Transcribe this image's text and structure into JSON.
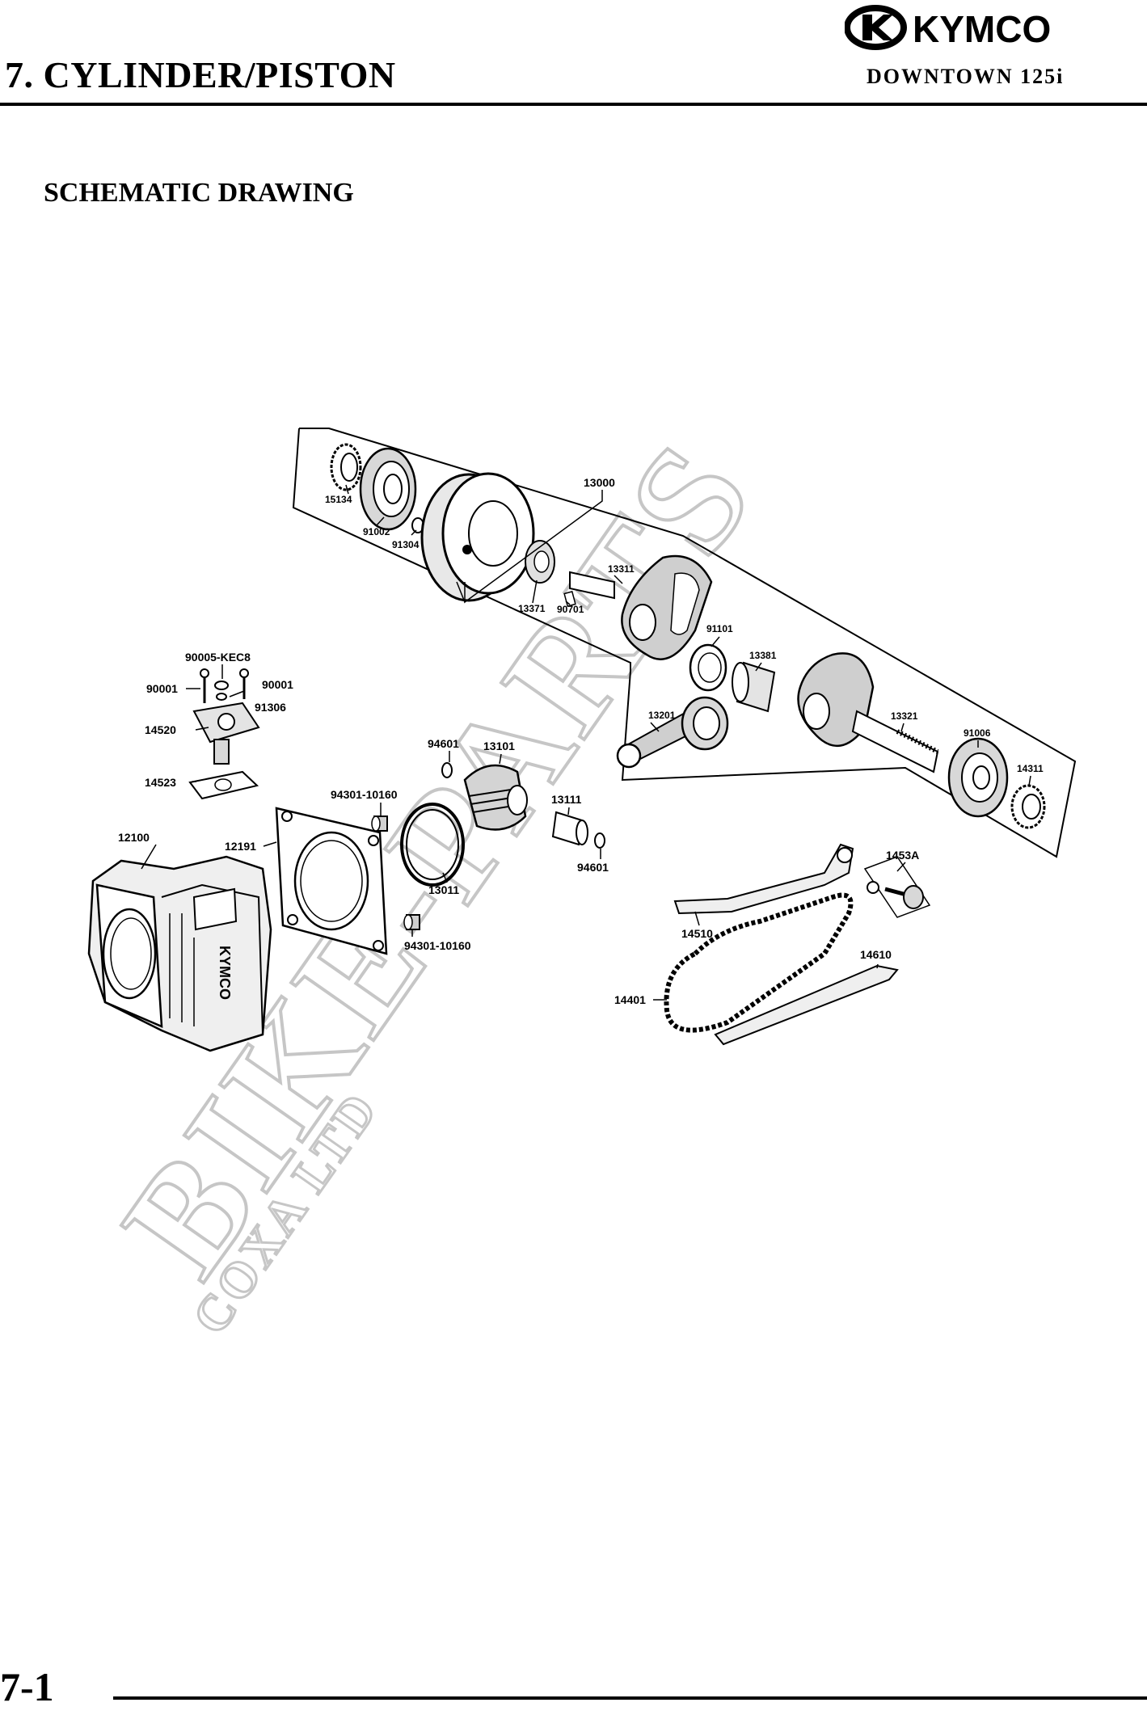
{
  "header": {
    "chapter_title": "7. CYLINDER/PISTON",
    "brand": "KYMCO",
    "model": "DOWNTOWN 125i"
  },
  "section": {
    "heading": "SCHEMATIC DRAWING"
  },
  "diagram": {
    "labels": {
      "p15134": "15134",
      "p91002": "91002",
      "p91304": "91304",
      "p13000": "13000",
      "p13371": "13371",
      "p90701": "90701",
      "p13311": "13311",
      "p91101": "91101",
      "p13381": "13381",
      "p13201": "13201",
      "p13321": "13321",
      "p91006": "91006",
      "p14311": "14311",
      "p90005": "90005-KEC8",
      "p90001a": "90001",
      "p90001b": "90001",
      "p91306": "91306",
      "p14520": "14520",
      "p14523": "14523",
      "p94601a": "94601",
      "p13101": "13101",
      "p94301a": "94301-10160",
      "p13111": "13111",
      "p94601b": "94601",
      "p12100": "12100",
      "p12191": "12191",
      "p13011": "13011",
      "p94301b": "94301-10160",
      "p1453A": "1453A",
      "p14510": "14510",
      "p14610": "14610",
      "p14401": "14401"
    },
    "cylinder_text": "KYMCO",
    "watermark": {
      "main": "BIKE-PARTS",
      "sub": "COXA LTD"
    }
  },
  "footer": {
    "page_number": "7-1"
  }
}
